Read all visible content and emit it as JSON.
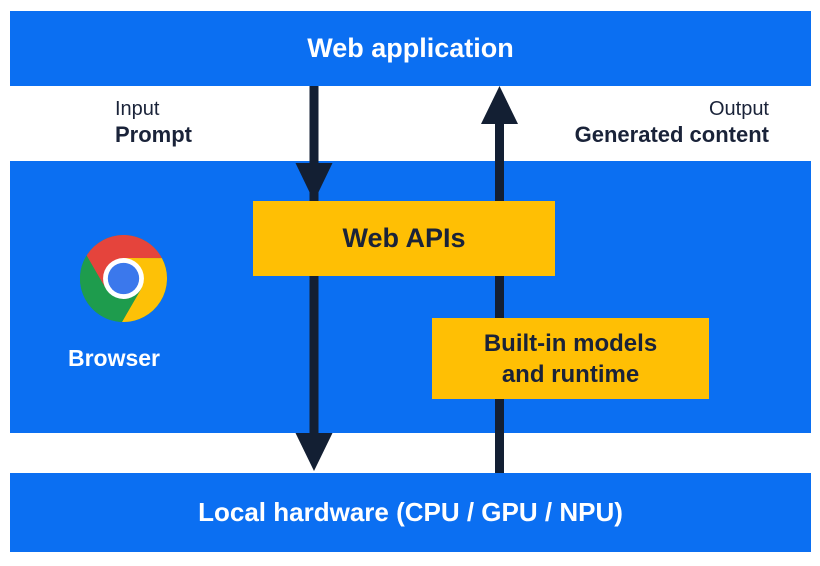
{
  "colors": {
    "panel_blue": "#0b6ff2",
    "box_yellow": "#ffbf04",
    "text_ink": "#1a2339",
    "arrow_ink": "#131f33",
    "label_white": "#ffffff",
    "chrome_red": "#e5443c",
    "chrome_yellow": "#fdc107",
    "chrome_green": "#1e9c4d",
    "chrome_blue": "#3b78ec"
  },
  "top_bar": {
    "label": "Web application"
  },
  "flow_labels": {
    "input_title": "Input",
    "input_value": "Prompt",
    "output_title": "Output",
    "output_value": "Generated content"
  },
  "browser_panel": {
    "browser_label": "Browser",
    "web_apis_label": "Web APIs",
    "builtin_models_line1": "Built-in models",
    "builtin_models_line2": "and runtime"
  },
  "bottom_bar": {
    "label": "Local hardware (CPU / GPU / NPU)"
  },
  "icons": {
    "chrome_logo": "chrome-browser-logo"
  }
}
